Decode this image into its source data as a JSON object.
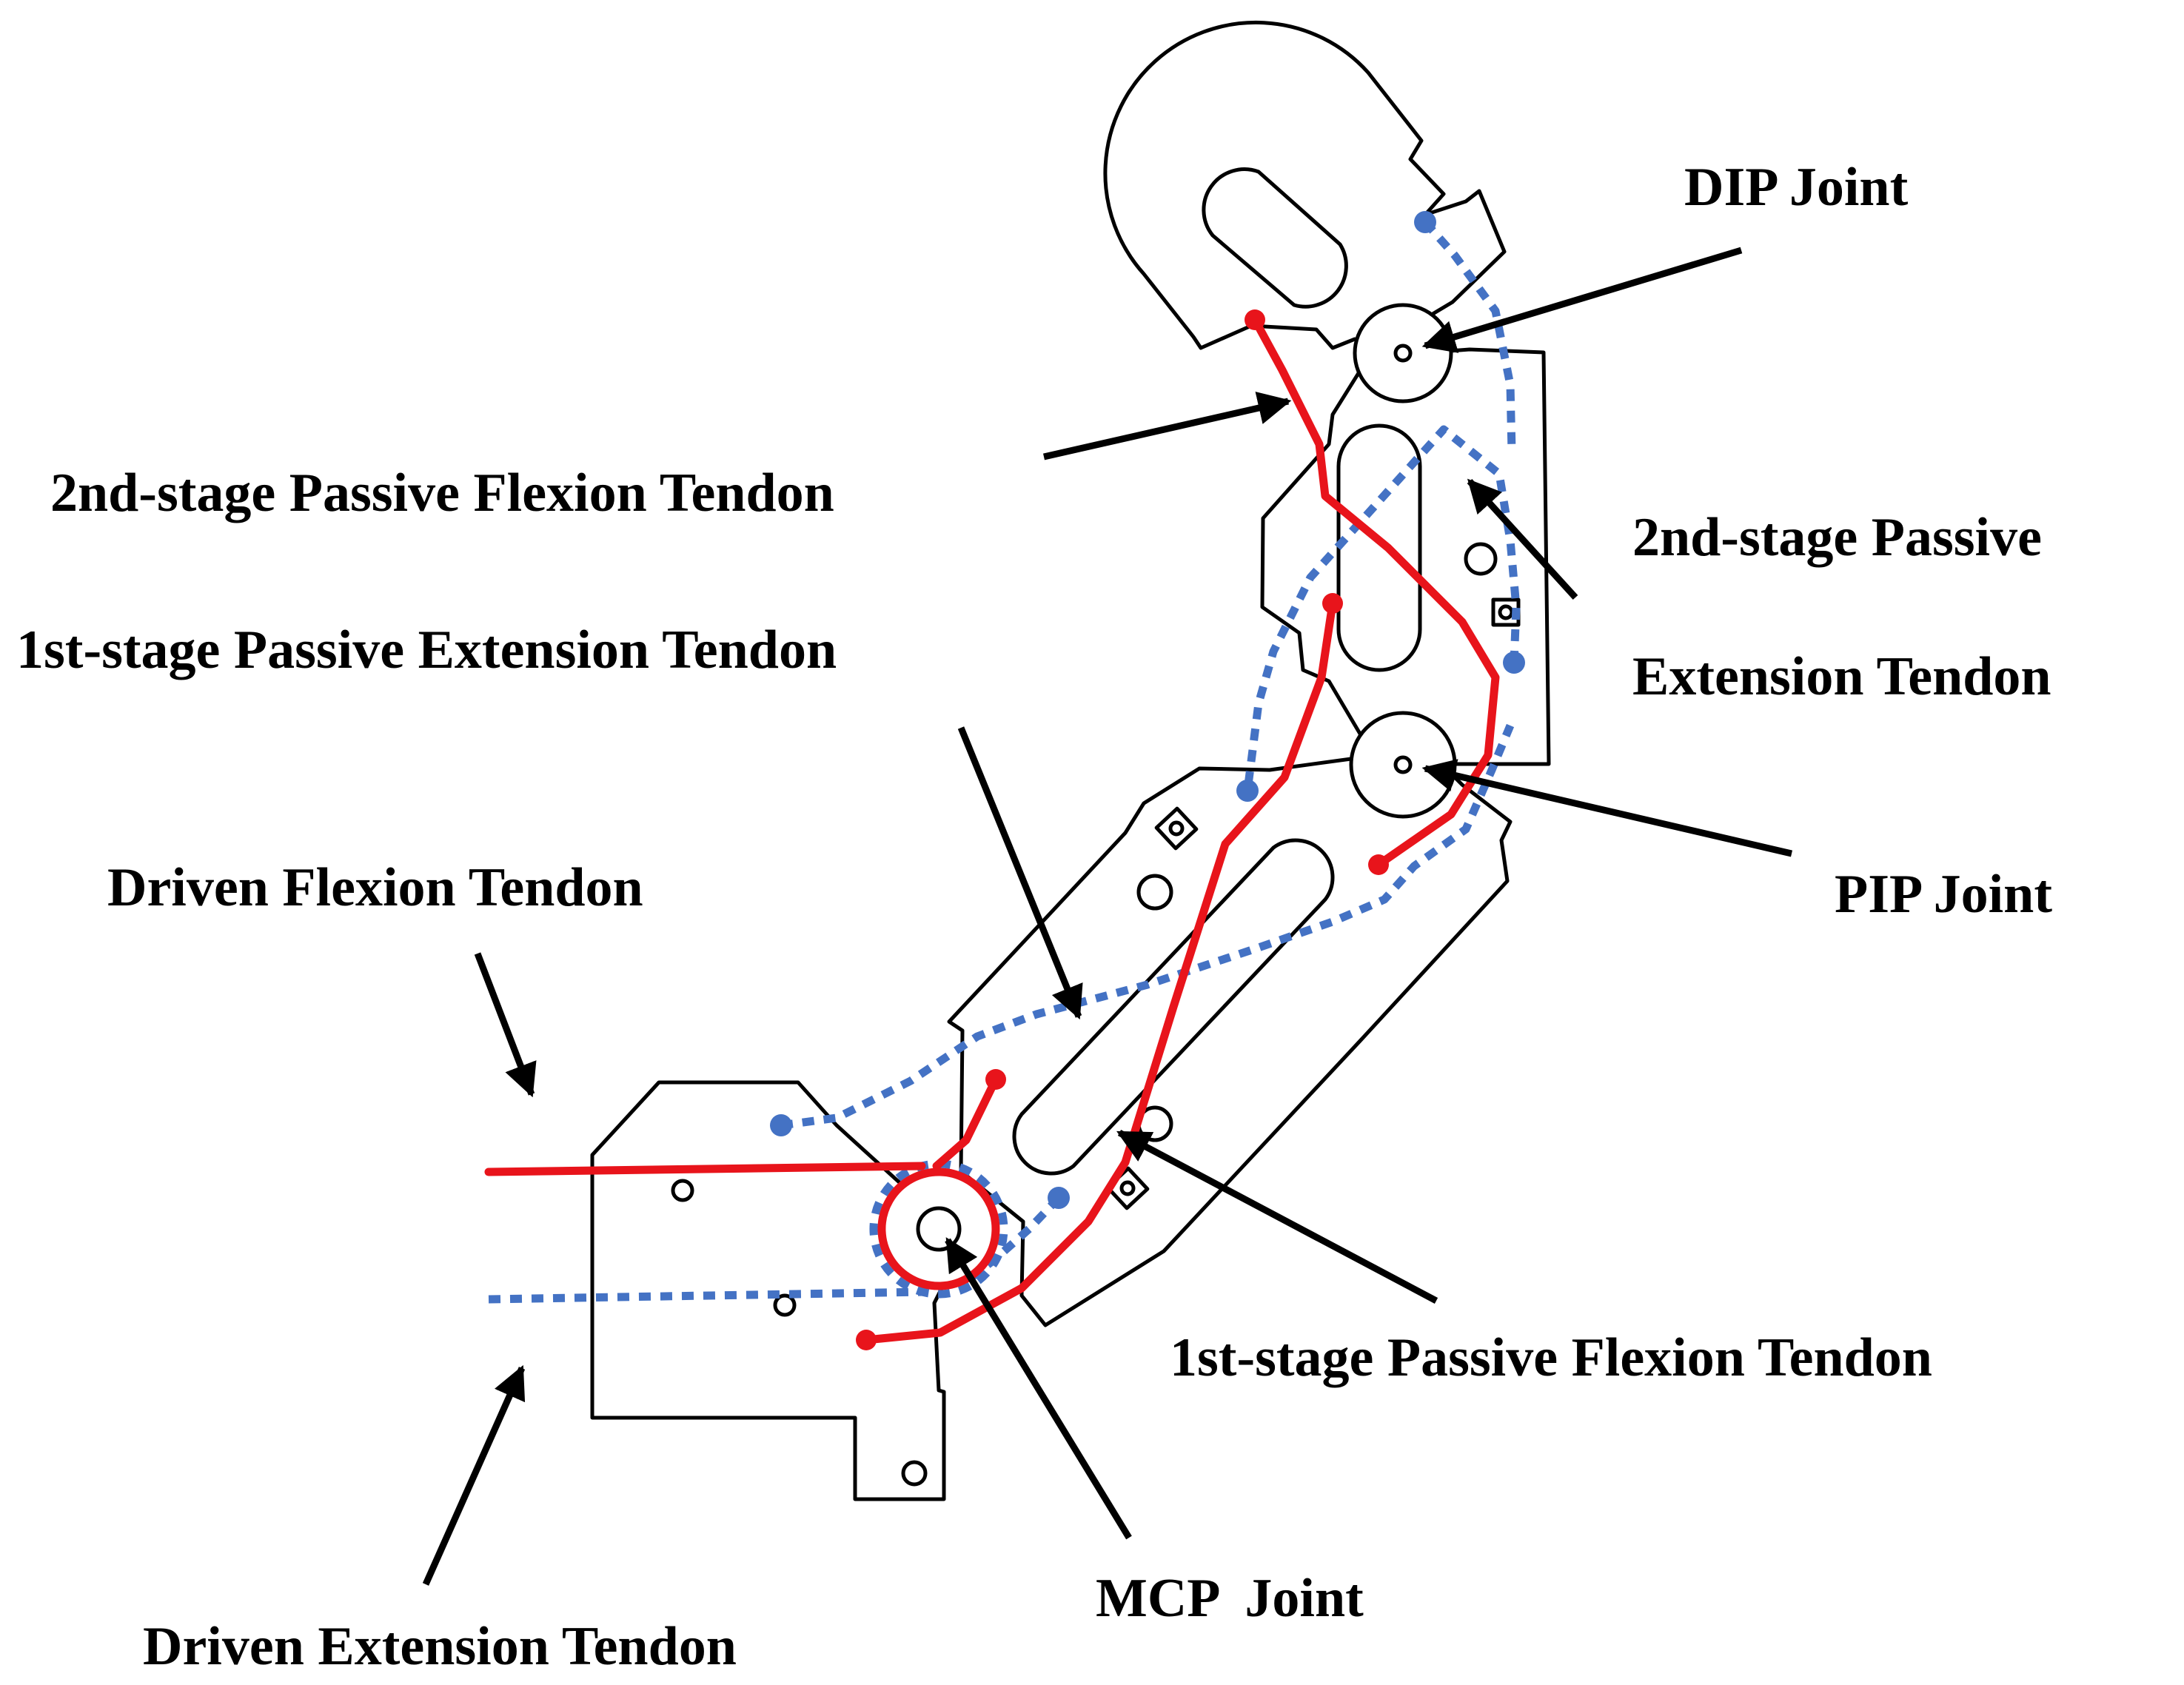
{
  "labels": {
    "dip": "DIP Joint",
    "second_flex": "2nd-stage Passive Flexion Tendon",
    "second_ext_line1": "2nd-stage Passive",
    "second_ext_line2": "Extension Tendon",
    "first_ext": "1st-stage Passive Extension Tendon",
    "driven_flex": "Driven Flexion Tendon",
    "pip": "PIP Joint",
    "first_flex": "1st-stage Passive Flexion Tendon",
    "mcp": "MCP  Joint",
    "driven_ext": "Driven Extension Tendon"
  },
  "colors": {
    "flexion_tendon": "#e8141b",
    "extension_tendon": "#4472c4",
    "outline": "#000000"
  }
}
